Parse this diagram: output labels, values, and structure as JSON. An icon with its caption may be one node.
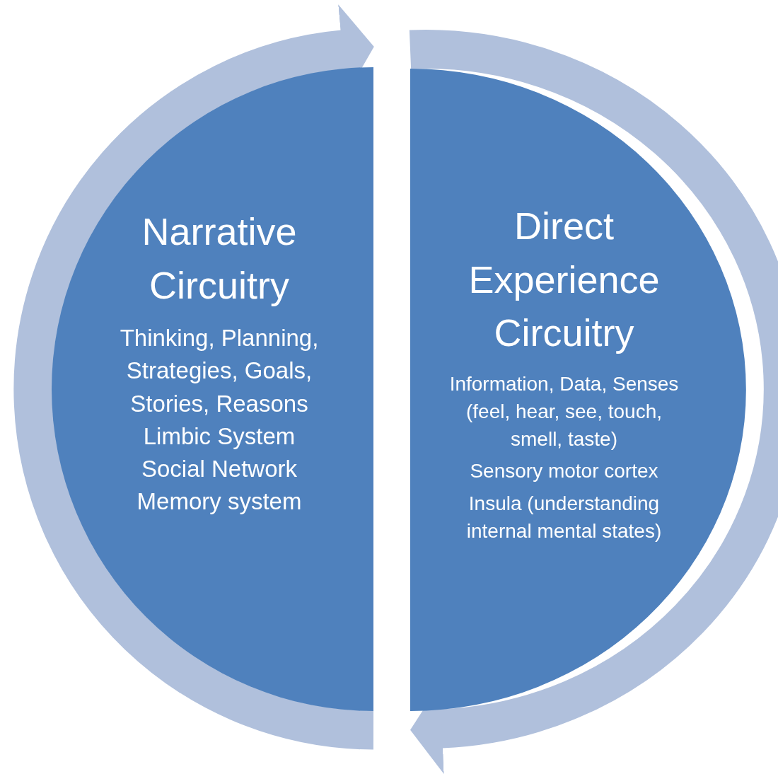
{
  "diagram": {
    "nodes": [
      {
        "text": [
          "Narrative Circuitry",
          "Thinking, Planning, Strategies, Goals, Stories, Reasons",
          "Limbic System",
          "Social Network",
          "Memory system"
        ]
      },
      {
        "text": [
          "Direct Experience Circuitry",
          "Information, Data, Senses (feel, hear, see, touch, smell, taste)",
          "Sensory motor cortex",
          "Insula (understanding internal mental states)"
        ]
      }
    ]
  }
}
